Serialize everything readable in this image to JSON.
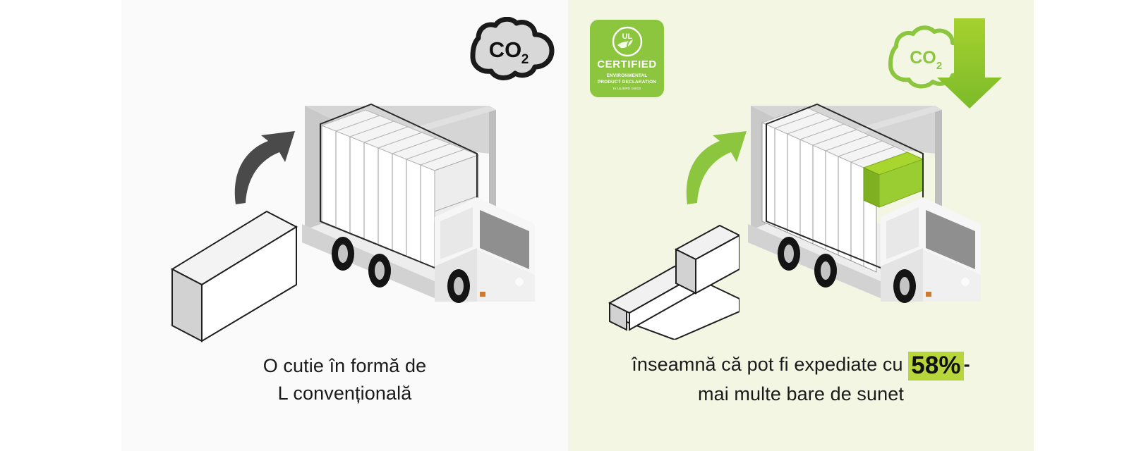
{
  "panels": {
    "left": {
      "name": "conventional-panel",
      "background": "#fafafa",
      "caption_line1": "O cutie în formă de",
      "caption_line2": "L convențională",
      "co2_label": "CO",
      "co2_sub": "2",
      "cloud_outline_color": "#1a1a1a",
      "cloud_fill_color": "#d8d8d8",
      "arrow_color": "#4a4a4a",
      "box_style": "rectangular",
      "truck_box_accent": "none"
    },
    "right": {
      "name": "optimized-panel",
      "background": "#f2f6e2",
      "caption_prefix": "înseamnă că pot fi expediate cu",
      "caption_highlight": "58%",
      "caption_suffix": "-",
      "caption_line2": "mai multe bare de sunet",
      "highlight_color": "#b8d63c",
      "co2_label": "CO",
      "co2_sub": "2",
      "cloud_outline_color": "#8cc63f",
      "arrow_down_color": "#8cc63f",
      "arrow_color": "#8cc63f",
      "box_style": "l-shaped",
      "truck_box_accent": "#9acd32",
      "badge": {
        "certified": "CERTIFIED",
        "subtitle_line1": "ENVIRONMENTAL",
        "subtitle_line2": "PRODUCT DECLARATION",
        "tiny_line": "to UL/EPD 10010",
        "mark": "UL",
        "background": "#8cc63f"
      }
    }
  },
  "colors": {
    "page_background": "#ffffff",
    "green_accent": "#8cc63f",
    "green_highlight": "#b8d63c",
    "truck_body": "#f2f2f2",
    "truck_shadow": "#c9c9c9",
    "wheel": "#141414",
    "text": "#1a1a1a"
  }
}
